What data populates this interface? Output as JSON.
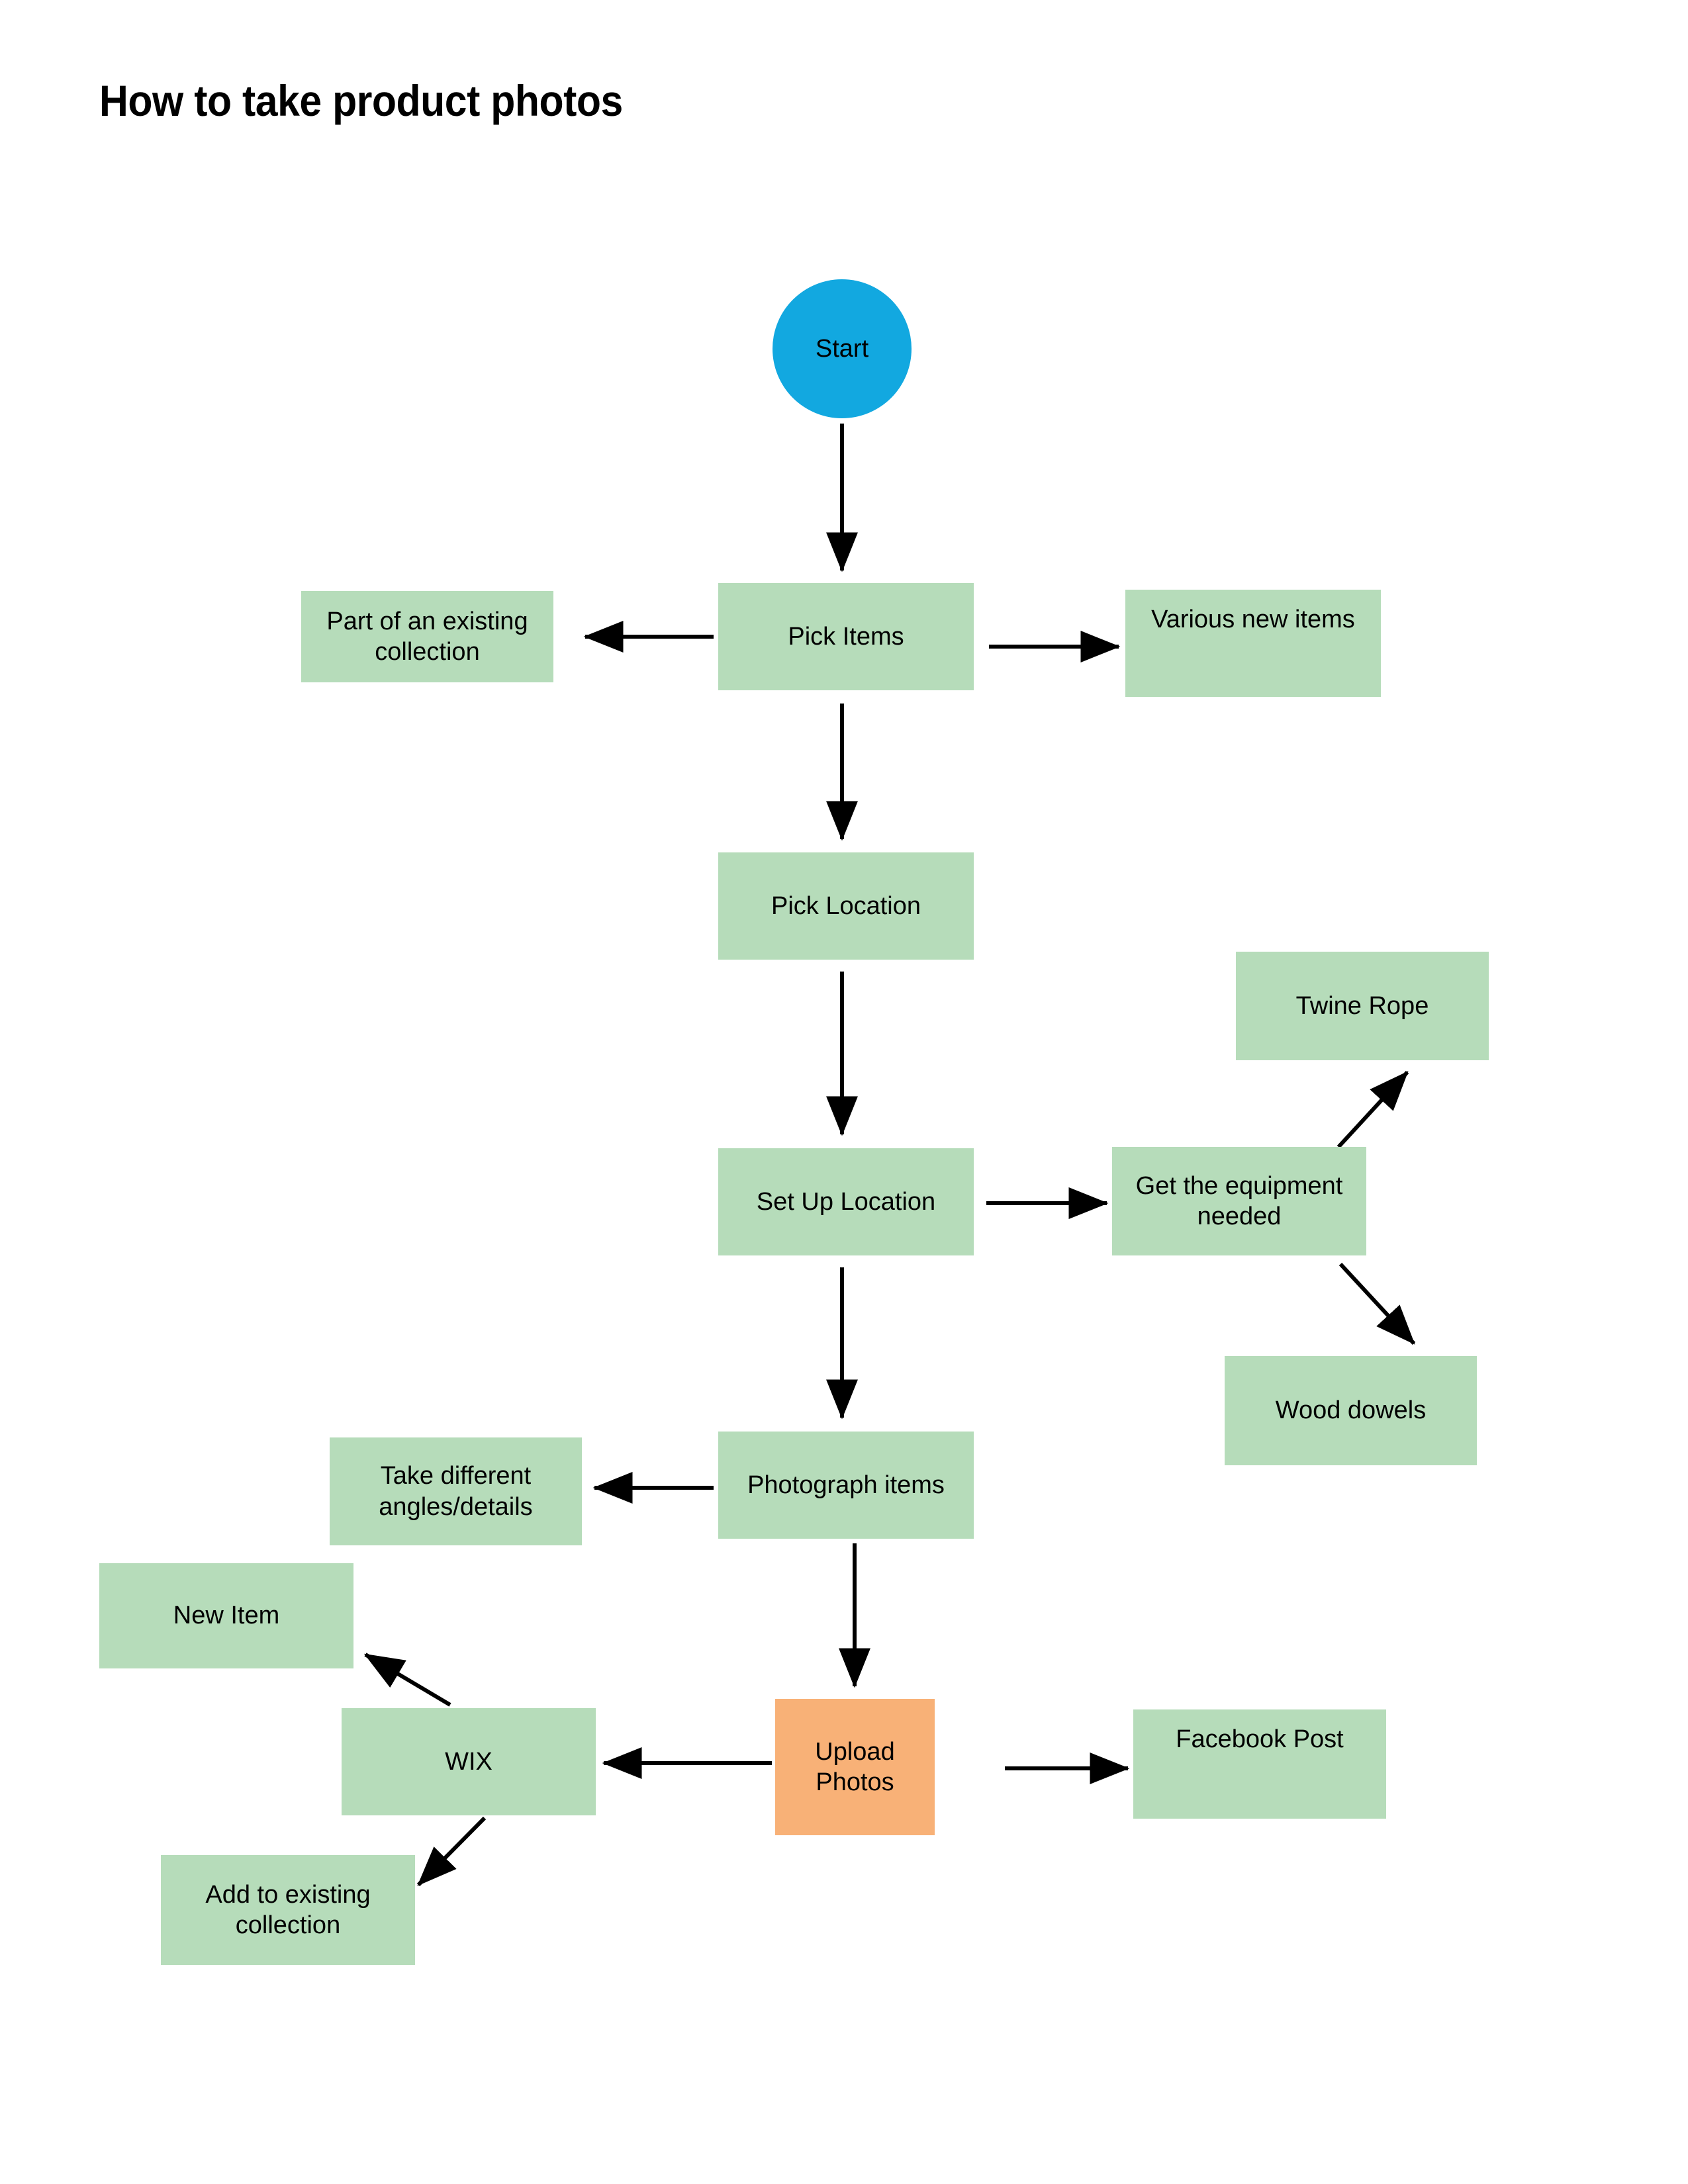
{
  "diagram": {
    "title": "How to take product photos",
    "colors": {
      "process_fill": "#b6dcba",
      "highlight_fill": "#f8b177",
      "terminator_fill": "#12a8e0",
      "edge_stroke": "#000000",
      "text": "#000000",
      "background": "#ffffff"
    },
    "nodes": [
      {
        "id": "start",
        "label": "Start",
        "shape": "circle",
        "fill": "terminator"
      },
      {
        "id": "pick_items",
        "label": "Pick Items",
        "shape": "rect",
        "fill": "process"
      },
      {
        "id": "existing_coll",
        "label": "Part of an existing collection",
        "shape": "rect",
        "fill": "process"
      },
      {
        "id": "various_new",
        "label": "Various new items",
        "shape": "rect",
        "fill": "process"
      },
      {
        "id": "pick_location",
        "label": "Pick Location",
        "shape": "rect",
        "fill": "process"
      },
      {
        "id": "set_up_location",
        "label": "Set Up Location",
        "shape": "rect",
        "fill": "process"
      },
      {
        "id": "get_equipment",
        "label": "Get the equipment needed",
        "shape": "rect",
        "fill": "process"
      },
      {
        "id": "twine_rope",
        "label": "Twine Rope",
        "shape": "rect",
        "fill": "process"
      },
      {
        "id": "wood_dowels",
        "label": "Wood dowels",
        "shape": "rect",
        "fill": "process"
      },
      {
        "id": "photograph_items",
        "label": "Photograph items",
        "shape": "rect",
        "fill": "process"
      },
      {
        "id": "take_angles",
        "label": "Take different angles/details",
        "shape": "rect",
        "fill": "process"
      },
      {
        "id": "new_item",
        "label": "New Item",
        "shape": "rect",
        "fill": "process"
      },
      {
        "id": "wix",
        "label": "WIX",
        "shape": "rect",
        "fill": "process"
      },
      {
        "id": "upload_photos",
        "label": "Upload Photos",
        "shape": "rect",
        "fill": "highlight"
      },
      {
        "id": "facebook_post",
        "label": "Facebook Post",
        "shape": "rect",
        "fill": "process"
      },
      {
        "id": "add_existing",
        "label": "Add to existing collection",
        "shape": "rect",
        "fill": "process"
      }
    ],
    "edges": [
      {
        "from": "start",
        "to": "pick_items",
        "direction": "down"
      },
      {
        "from": "pick_items",
        "to": "existing_coll",
        "direction": "left"
      },
      {
        "from": "pick_items",
        "to": "various_new",
        "direction": "right"
      },
      {
        "from": "pick_items",
        "to": "pick_location",
        "direction": "down"
      },
      {
        "from": "pick_location",
        "to": "set_up_location",
        "direction": "down"
      },
      {
        "from": "set_up_location",
        "to": "get_equipment",
        "direction": "right"
      },
      {
        "from": "get_equipment",
        "to": "twine_rope",
        "direction": "up-right"
      },
      {
        "from": "get_equipment",
        "to": "wood_dowels",
        "direction": "down-right"
      },
      {
        "from": "set_up_location",
        "to": "photograph_items",
        "direction": "down"
      },
      {
        "from": "photograph_items",
        "to": "take_angles",
        "direction": "left"
      },
      {
        "from": "photograph_items",
        "to": "upload_photos",
        "direction": "down"
      },
      {
        "from": "upload_photos",
        "to": "wix",
        "direction": "left"
      },
      {
        "from": "upload_photos",
        "to": "facebook_post",
        "direction": "right"
      },
      {
        "from": "wix",
        "to": "new_item",
        "direction": "up-left"
      },
      {
        "from": "wix",
        "to": "add_existing",
        "direction": "down-left"
      }
    ]
  }
}
